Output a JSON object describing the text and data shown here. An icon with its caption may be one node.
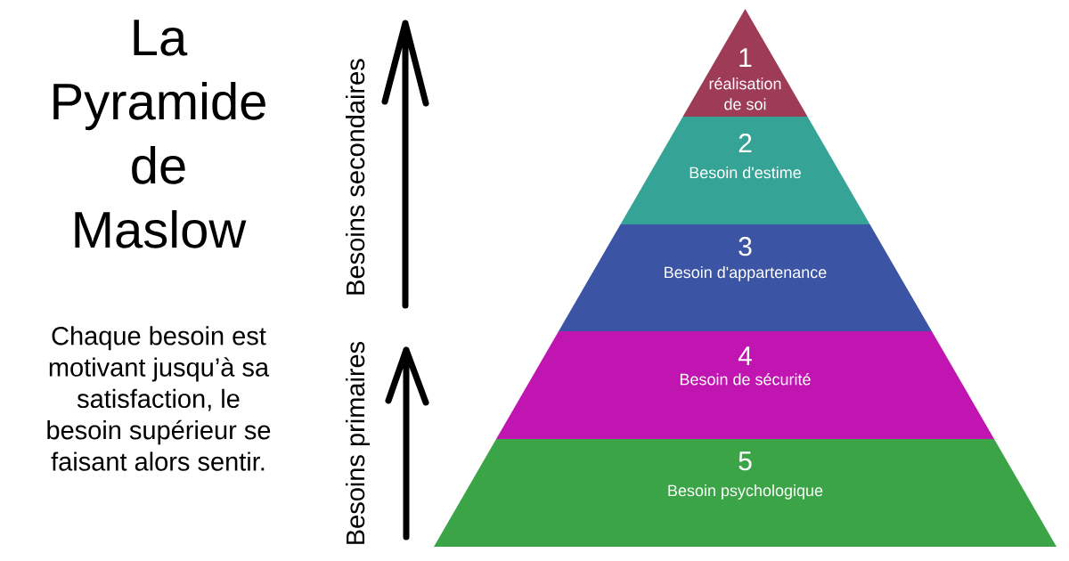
{
  "diagram": {
    "title": "La Pyramide de Maslow",
    "nodes": [
      {
        "text": [
          "1",
          "réalisation de soi"
        ]
      },
      {
        "text": [
          "2",
          "Besoin d'estime"
        ]
      },
      {
        "text": [
          "3",
          "Besoin d'appartenance"
        ]
      },
      {
        "text": [
          "4",
          "Besoin de sécurité"
        ]
      },
      {
        "text": [
          "5",
          "Besoin psychologique"
        ]
      }
    ],
    "labels": [
      "Chaque besoin est motivant jusqu’à sa satisfaction, le besoin supérieur se faisant alors sentir.",
      "Besoins secondaires",
      "Besoins primaires"
    ]
  }
}
